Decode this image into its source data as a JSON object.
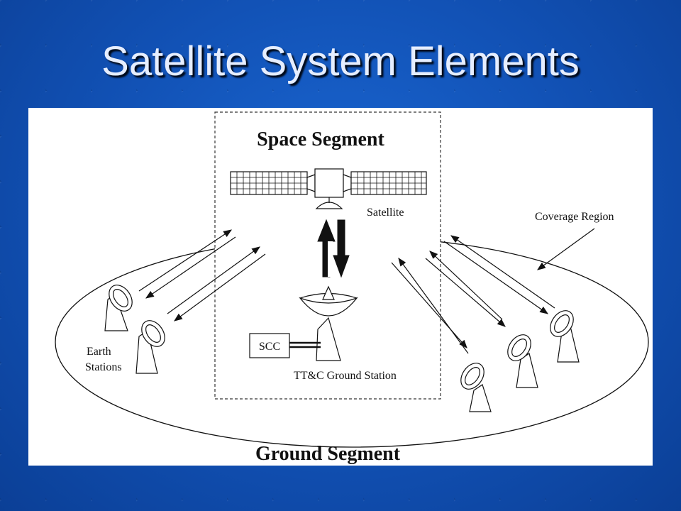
{
  "slide": {
    "title": "Satellite System Elements"
  },
  "diagram": {
    "space_segment_label": "Space Segment",
    "satellite_label": "Satellite",
    "coverage_region_label": "Coverage Region",
    "scc_label": "SCC",
    "ttc_label": "TT&C Ground Station",
    "earth_stations_label_line1": "Earth",
    "earth_stations_label_line2": "Stations",
    "ground_segment_label": "Ground Segment"
  },
  "colors": {
    "background": "#1253b8",
    "title_text": "#e6eeff",
    "panel": "#ffffff",
    "lines": "#111111"
  }
}
